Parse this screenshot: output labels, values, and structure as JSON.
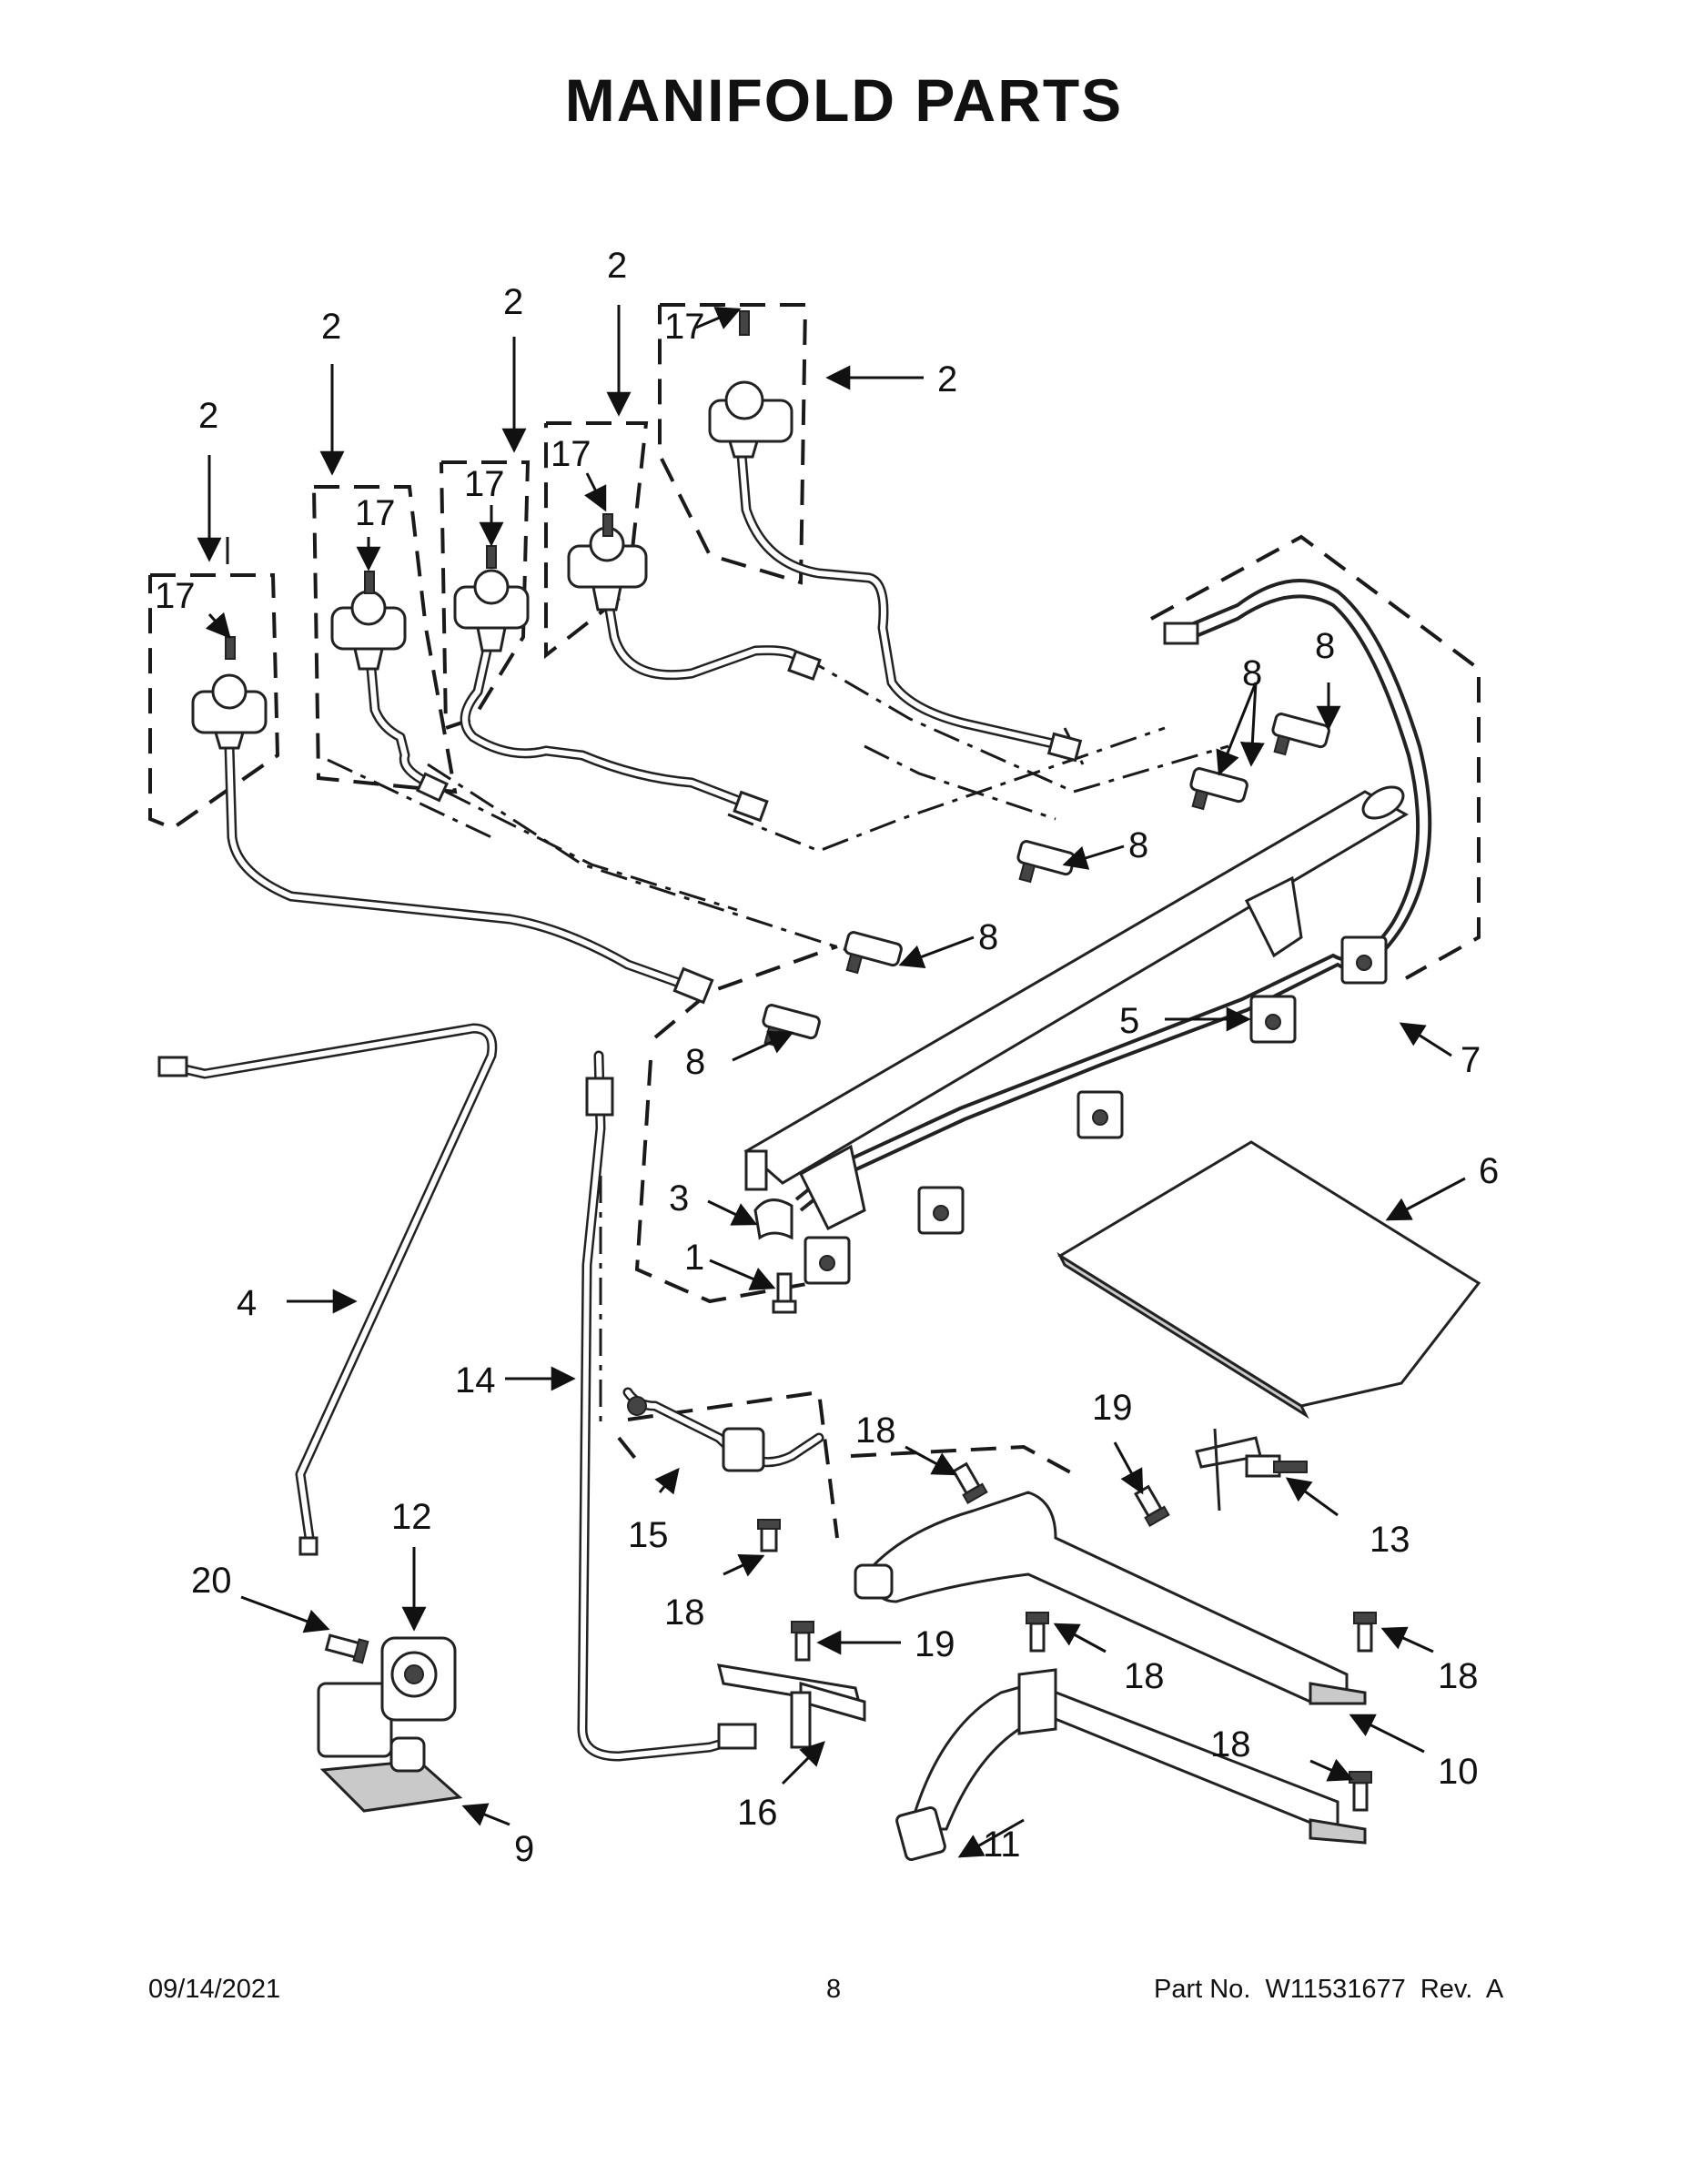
{
  "title": "MANIFOLD PARTS",
  "footer": {
    "date": "09/14/2021",
    "page": "8",
    "part_no": "Part No.  W11531677  Rev.  A"
  },
  "callouts": {
    "c1": "1",
    "c2": "2",
    "c3": "3",
    "c4": "4",
    "c5": "5",
    "c6": "6",
    "c7": "7",
    "c8": "8",
    "c9": "9",
    "c10": "10",
    "c11": "11",
    "c12": "12",
    "c13": "13",
    "c14": "14",
    "c15": "15",
    "c16": "16",
    "c17": "17",
    "c18": "18",
    "c19": "19",
    "c20": "20"
  }
}
